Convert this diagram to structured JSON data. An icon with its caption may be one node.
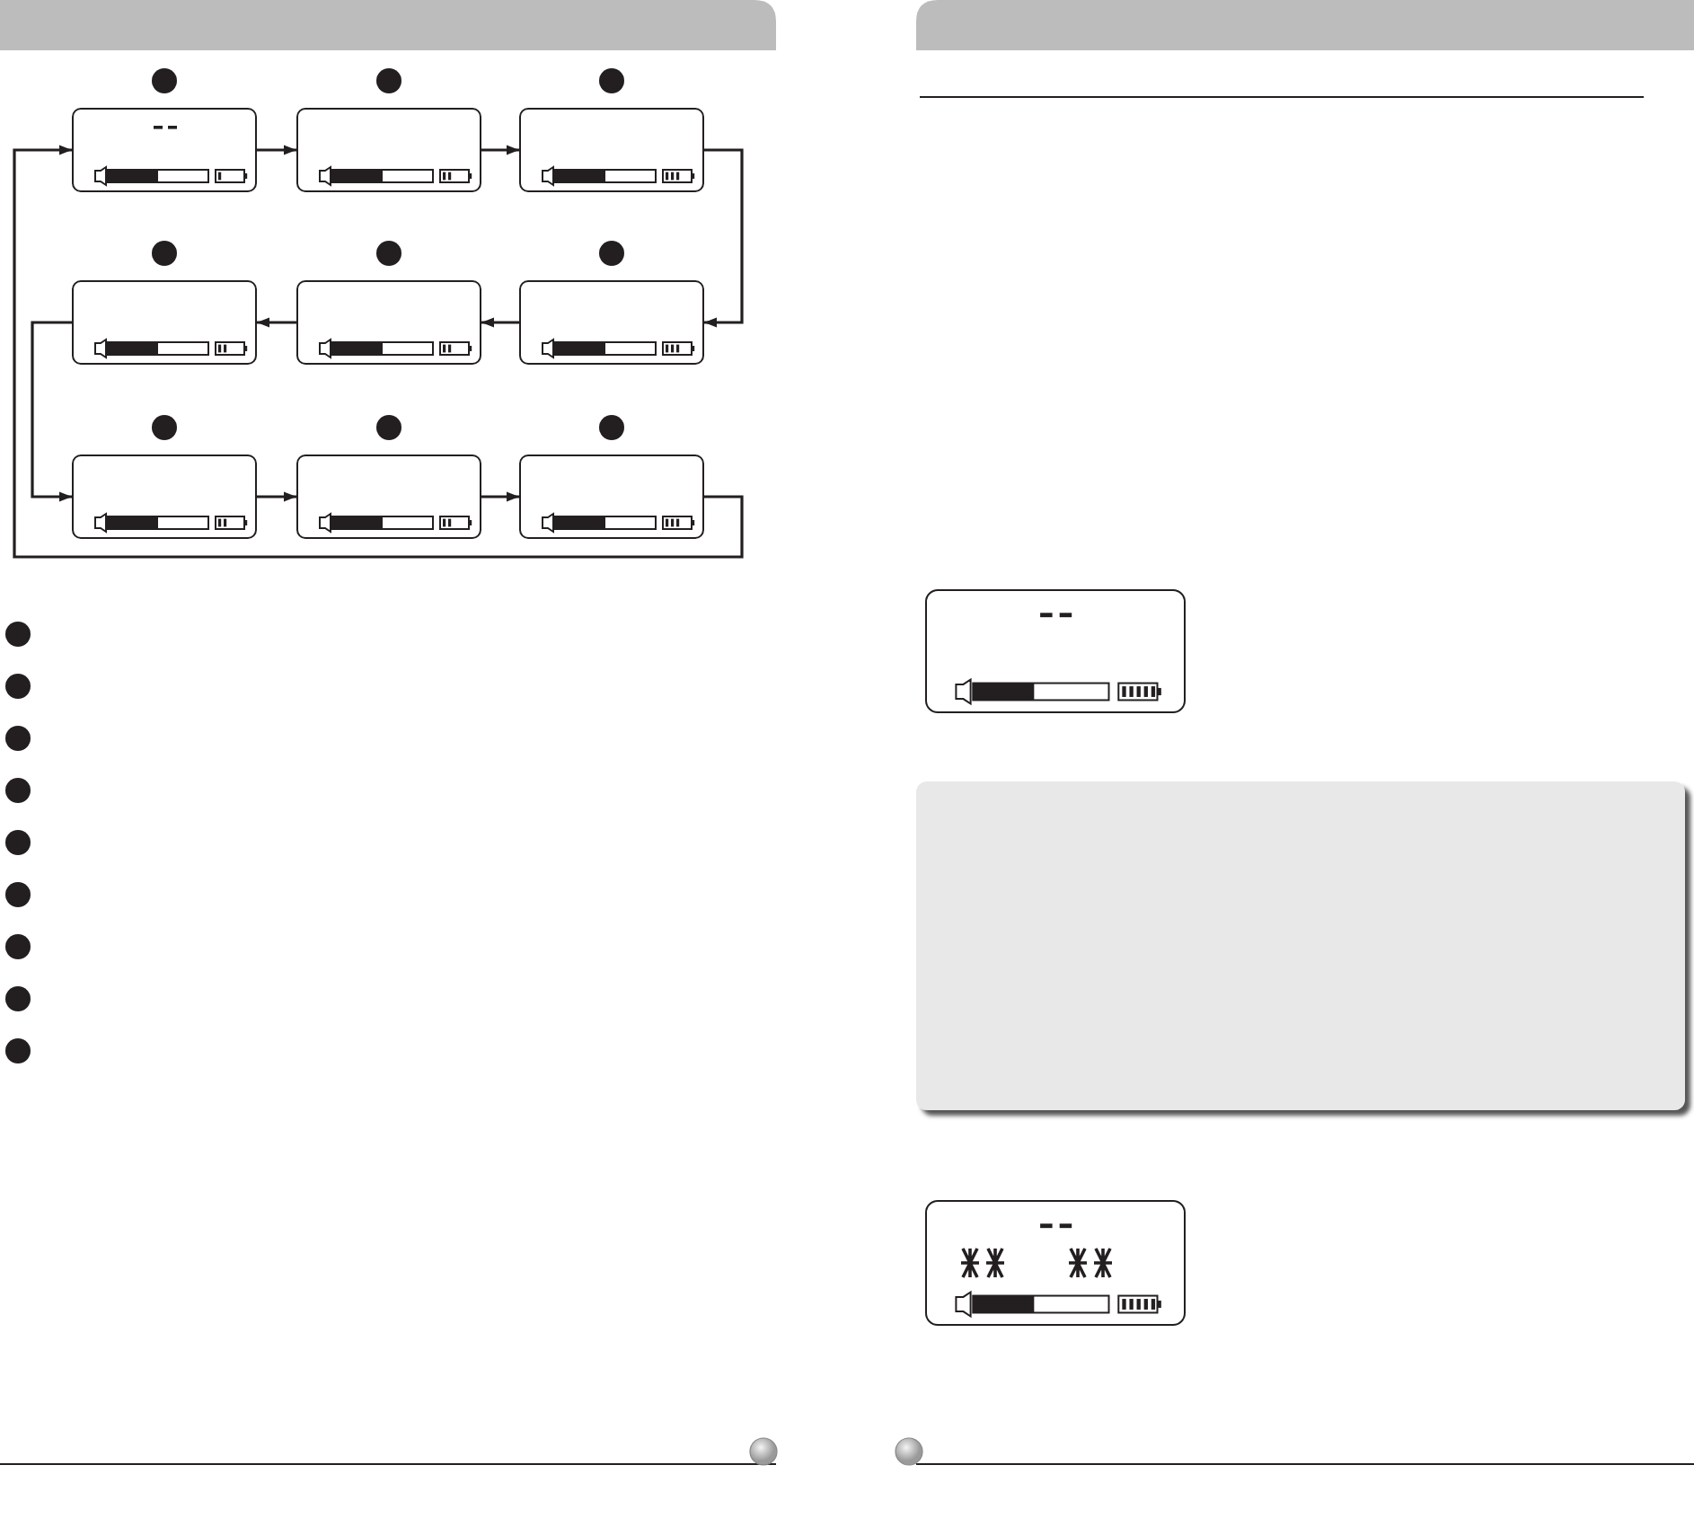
{
  "diagram": {
    "nodes": [
      {
        "text": [],
        "shape": "box"
      },
      {
        "text": [],
        "shape": "box"
      },
      {
        "text": [],
        "shape": "box"
      },
      {
        "text": [],
        "shape": "box"
      },
      {
        "text": [],
        "shape": "box"
      },
      {
        "text": [],
        "shape": "box"
      },
      {
        "text": [],
        "shape": "box"
      },
      {
        "text": [],
        "shape": "box"
      },
      {
        "text": [],
        "shape": "box"
      }
    ],
    "edges": [
      {
        "from": 0,
        "to": 1,
        "arrow": "to"
      },
      {
        "from": 1,
        "to": 2,
        "arrow": "to"
      },
      {
        "from": 2,
        "to": 5,
        "arrow": "to"
      },
      {
        "from": 5,
        "to": 4,
        "arrow": "to"
      },
      {
        "from": 4,
        "to": 3,
        "arrow": "to"
      },
      {
        "from": 3,
        "to": 6,
        "arrow": "to"
      },
      {
        "from": 6,
        "to": 7,
        "arrow": "to"
      },
      {
        "from": 7,
        "to": 8,
        "arrow": "to"
      },
      {
        "from": 8,
        "to": 0,
        "arrow": "to"
      }
    ]
  }
}
